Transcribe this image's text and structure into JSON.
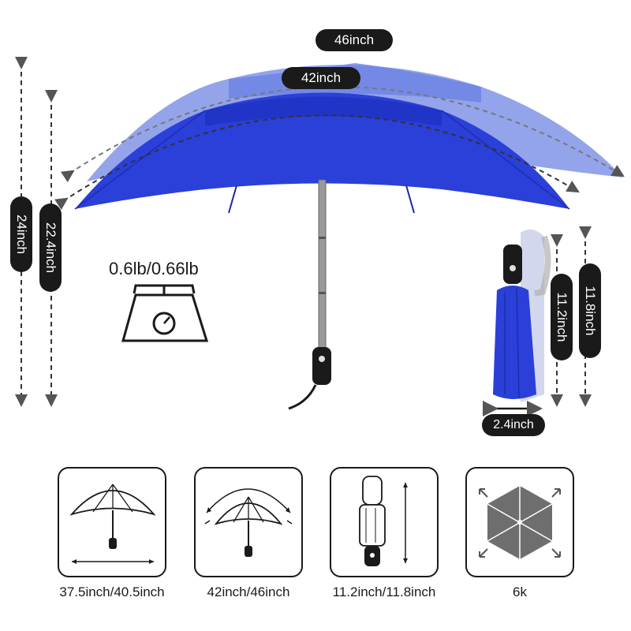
{
  "dimensions": {
    "open_outer_width": "46inch",
    "open_inner_width": "42inch",
    "height_outer": "24inch",
    "height_inner": "22.4inch",
    "folded_height_inner": "11.2inch",
    "folded_height_outer": "11.8inch",
    "folded_diameter": "2.4inch"
  },
  "weight": {
    "label": "0.6lb/0.66lb"
  },
  "colors": {
    "canopy": "#2b3fd9",
    "canopy_faded": "#7f92e6",
    "pill": "#1a1a1a"
  },
  "features": [
    {
      "label": "37.5inch/40.5inch",
      "icon": "umbrella-open-icon"
    },
    {
      "label": "42inch/46inch",
      "icon": "umbrella-span-icon"
    },
    {
      "label": "11.2inch/11.8inch",
      "icon": "folded-umbrella-icon"
    },
    {
      "label": "6k",
      "icon": "hexagon-canopy-icon"
    }
  ]
}
